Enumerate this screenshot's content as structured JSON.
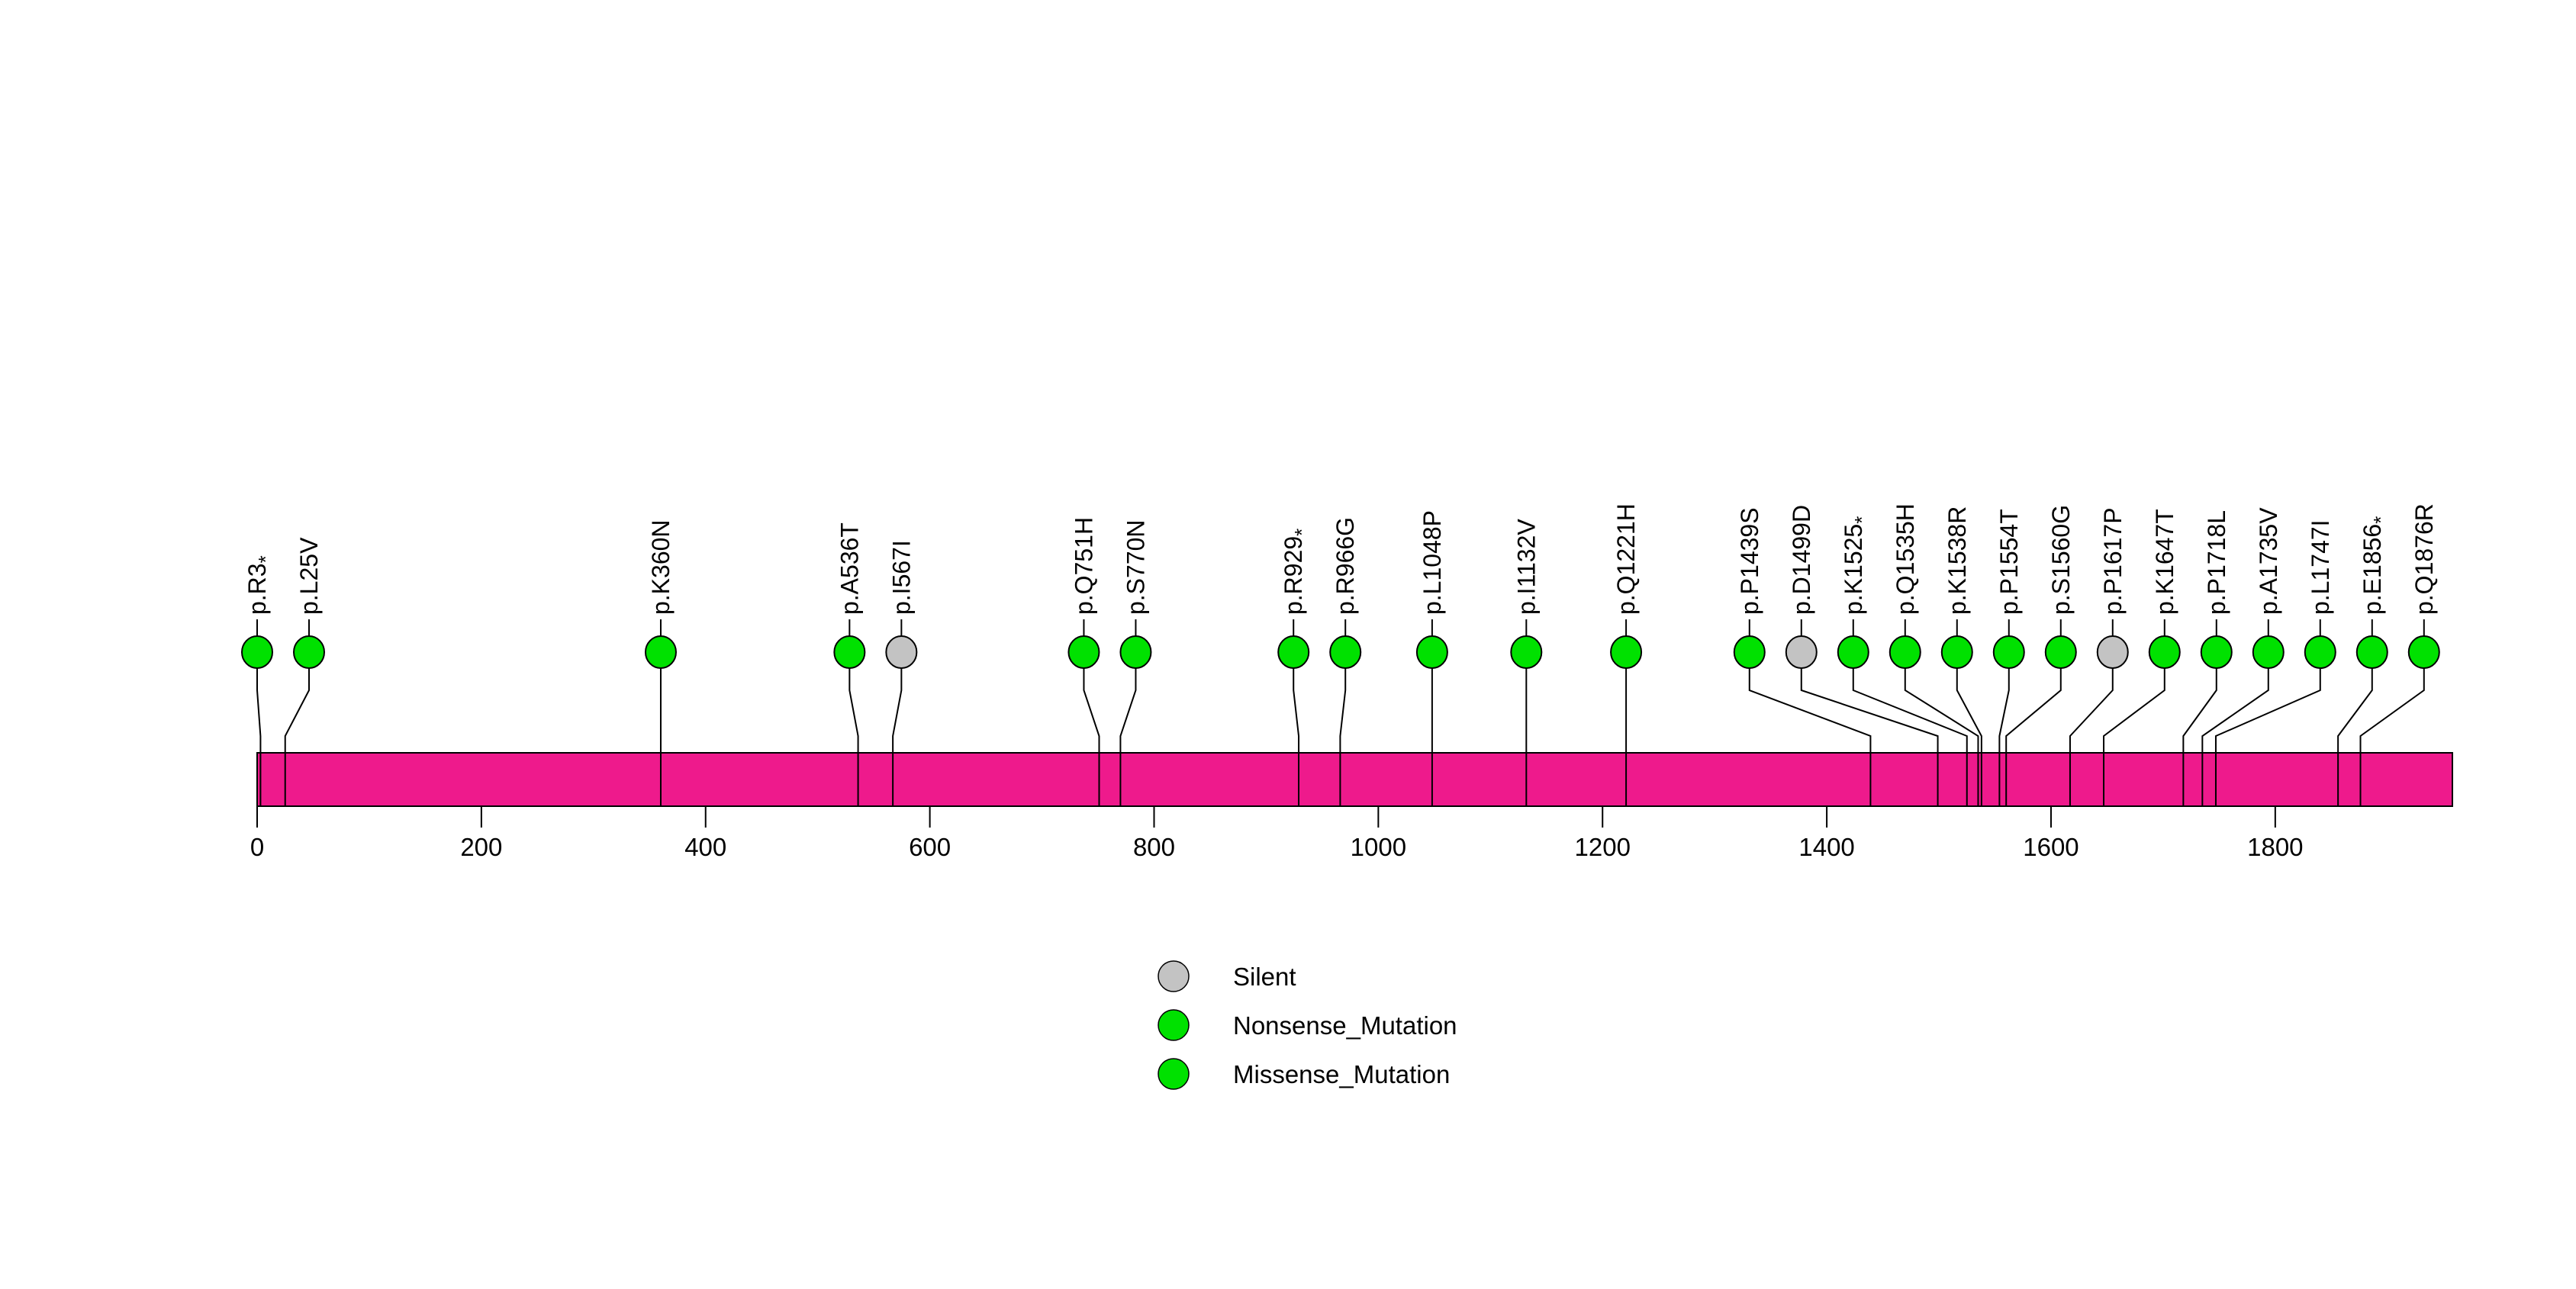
{
  "chart_data": {
    "type": "lollipop",
    "title": "",
    "xlabel": "",
    "ylabel": "",
    "protein_length": 1958,
    "xlim": [
      0,
      1958
    ],
    "axis_ticks": [
      0,
      200,
      400,
      600,
      800,
      1000,
      1200,
      1400,
      1600,
      1800
    ],
    "bar_color": "#EE1A8C",
    "stem_color": "#000000",
    "mutation_type_colors": {
      "Silent": "#C3C3C3",
      "Nonsense_Mutation": "#00E100",
      "Missense_Mutation": "#00E100"
    },
    "mutations": [
      {
        "label": "p.R3*",
        "pos": 3,
        "type": "Nonsense_Mutation"
      },
      {
        "label": "p.L25V",
        "pos": 25,
        "type": "Missense_Mutation"
      },
      {
        "label": "p.K360N",
        "pos": 360,
        "type": "Missense_Mutation"
      },
      {
        "label": "p.A536T",
        "pos": 536,
        "type": "Missense_Mutation"
      },
      {
        "label": "p.I567I",
        "pos": 567,
        "type": "Silent"
      },
      {
        "label": "p.Q751H",
        "pos": 751,
        "type": "Missense_Mutation"
      },
      {
        "label": "p.S770N",
        "pos": 770,
        "type": "Missense_Mutation"
      },
      {
        "label": "p.R929*",
        "pos": 929,
        "type": "Nonsense_Mutation"
      },
      {
        "label": "p.R966G",
        "pos": 966,
        "type": "Missense_Mutation"
      },
      {
        "label": "p.L1048P",
        "pos": 1048,
        "type": "Missense_Mutation"
      },
      {
        "label": "p.I1132V",
        "pos": 1132,
        "type": "Missense_Mutation"
      },
      {
        "label": "p.Q1221H",
        "pos": 1221,
        "type": "Missense_Mutation"
      },
      {
        "label": "p.P1439S",
        "pos": 1439,
        "type": "Missense_Mutation"
      },
      {
        "label": "p.D1499D",
        "pos": 1499,
        "type": "Silent"
      },
      {
        "label": "p.K1525*",
        "pos": 1525,
        "type": "Nonsense_Mutation"
      },
      {
        "label": "p.Q1535H",
        "pos": 1535,
        "type": "Missense_Mutation"
      },
      {
        "label": "p.K1538R",
        "pos": 1538,
        "type": "Missense_Mutation"
      },
      {
        "label": "p.P1554T",
        "pos": 1554,
        "type": "Missense_Mutation"
      },
      {
        "label": "p.S1560G",
        "pos": 1560,
        "type": "Missense_Mutation"
      },
      {
        "label": "p.P1617P",
        "pos": 1617,
        "type": "Silent"
      },
      {
        "label": "p.K1647T",
        "pos": 1647,
        "type": "Missense_Mutation"
      },
      {
        "label": "p.P1718L",
        "pos": 1718,
        "type": "Missense_Mutation"
      },
      {
        "label": "p.A1735V",
        "pos": 1735,
        "type": "Missense_Mutation"
      },
      {
        "label": "p.L1747I",
        "pos": 1747,
        "type": "Missense_Mutation"
      },
      {
        "label": "p.E1856*",
        "pos": 1856,
        "type": "Nonsense_Mutation"
      },
      {
        "label": "p.Q1876R",
        "pos": 1876,
        "type": "Missense_Mutation"
      }
    ]
  },
  "legend": {
    "items": [
      {
        "label": "Silent",
        "color": "#C3C3C3"
      },
      {
        "label": "Nonsense_Mutation",
        "color": "#00E100"
      },
      {
        "label": "Missense_Mutation",
        "color": "#00E100"
      }
    ]
  }
}
